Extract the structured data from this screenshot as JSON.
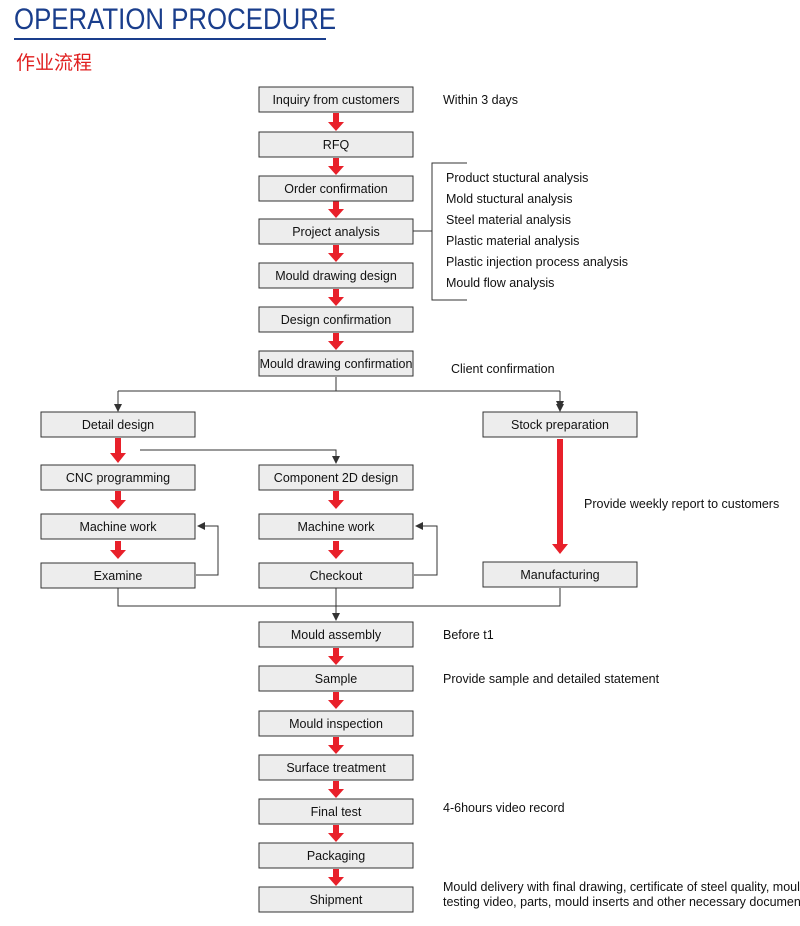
{
  "title": "OPERATION PROCEDURE",
  "subtitle": "作业流程",
  "colors": {
    "title": "#1a3e8c",
    "subtitle": "#e02020",
    "arrow": "#e8202a",
    "box_fill": "#ededed",
    "box_border": "#333333"
  },
  "steps": {
    "inquiry": "Inquiry from customers",
    "rfq": "RFQ",
    "order_confirmation": "Order confirmation",
    "project_analysis": "Project analysis",
    "mould_drawing_design": "Mould drawing design",
    "design_confirmation": "Design confirmation",
    "mould_drawing_confirmation": "Mould drawing confirmation",
    "detail_design": "Detail design",
    "stock_preparation": "Stock preparation",
    "cnc_programming": "CNC programming",
    "component_2d_design": "Component 2D design",
    "machine_work_left": "Machine work",
    "machine_work_mid": "Machine work",
    "examine": "Examine",
    "checkout": "Checkout",
    "manufacturing": "Manufacturing",
    "mould_assembly": "Mould assembly",
    "sample": "Sample",
    "mould_inspection": "Mould inspection",
    "surface_treatment": "Surface treatment",
    "final_test": "Final test",
    "packaging": "Packaging",
    "shipment": "Shipment"
  },
  "notes": {
    "within_3_days": "Within 3 days",
    "analysis_items": [
      "Product stuctural analysis",
      "Mold stuctural analysis",
      "Steel material analysis",
      "Plastic material analysis",
      "Plastic injection process analysis",
      "Mould flow analysis"
    ],
    "client_confirmation": "Client confirmation",
    "weekly_report": "Provide weekly report to customers",
    "before_t1": "Before t1",
    "sample_statement": "Provide sample and detailed statement",
    "video_record": "4-6hours video record",
    "shipment_line1": "Mould delivery with final drawing, certificate of steel quality, mould",
    "shipment_line2": "testing video, parts, mould inserts and other necessary documents"
  }
}
